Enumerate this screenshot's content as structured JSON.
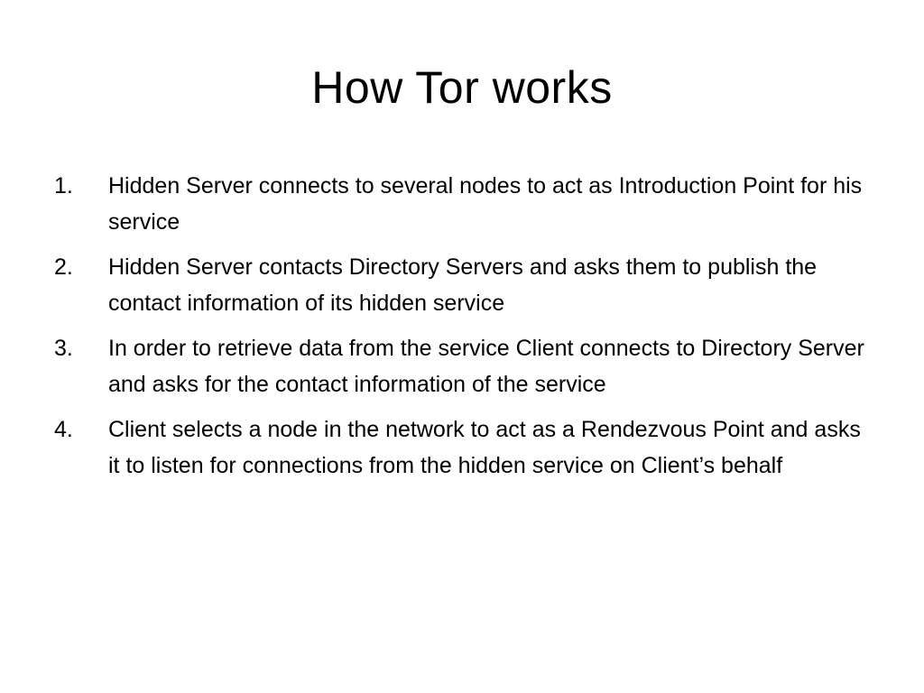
{
  "slide": {
    "title": "How Tor works",
    "steps": [
      {
        "number": "1.",
        "text": "Hidden Server connects to several nodes to act as Introduction Point for his service"
      },
      {
        "number": "2.",
        "text": "Hidden Server contacts Directory Servers and asks them to publish the contact information of its hidden service"
      },
      {
        "number": "3.",
        "text": "In order to retrieve data from the service Client connects to Directory Server and asks for the contact information of the service"
      },
      {
        "number": "4.",
        "text": "Client selects a node in the network to act as a Rendezvous Point and asks it to listen for connections from the hidden service on Client’s behalf"
      }
    ]
  }
}
